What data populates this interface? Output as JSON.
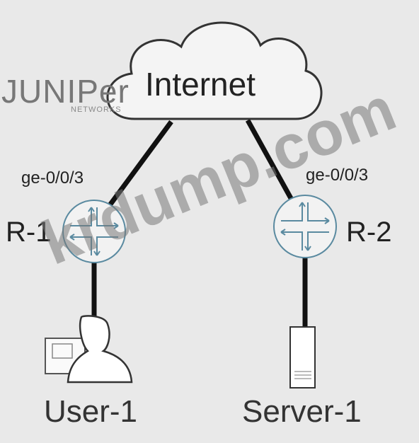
{
  "cloud": {
    "label": "Internet"
  },
  "routers": [
    {
      "name": "R-1",
      "interface": "ge-0/0/3"
    },
    {
      "name": "R-2",
      "interface": "ge-0/0/3"
    }
  ],
  "endpoints": [
    {
      "name": "User-1",
      "icon": "user-workstation-icon"
    },
    {
      "name": "Server-1",
      "icon": "server-tower-icon"
    }
  ],
  "logo": {
    "word": "JUNIPer",
    "sub": "NETWORKS"
  },
  "watermark": "krdump.com",
  "colors": {
    "background": "#e9e9e9",
    "router_stroke": "#5a8aa0",
    "link": "#111111"
  }
}
